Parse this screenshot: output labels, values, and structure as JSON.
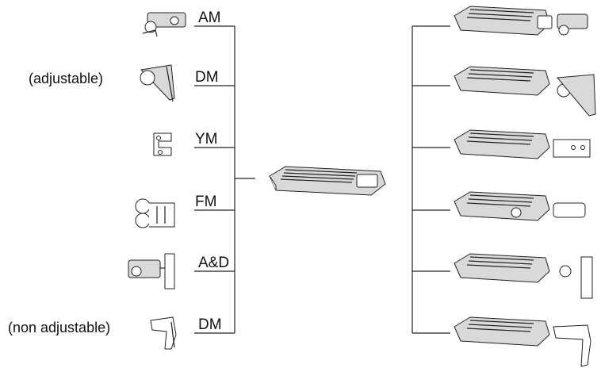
{
  "mounts": [
    {
      "code": "AM"
    },
    {
      "code": "DM",
      "note": "(adjustable)"
    },
    {
      "code": "YM"
    },
    {
      "code": "FM"
    },
    {
      "code": "A&D"
    },
    {
      "code": "DM",
      "note": "(non adjustable)"
    }
  ],
  "icons": {
    "mount": "mounting-bracket-icon",
    "fixture": "led-area-light-icon",
    "assembly": "fixture-with-mount-icon"
  },
  "colors": {
    "line": "#222222",
    "fixture_fill": "#d9d9d9"
  }
}
